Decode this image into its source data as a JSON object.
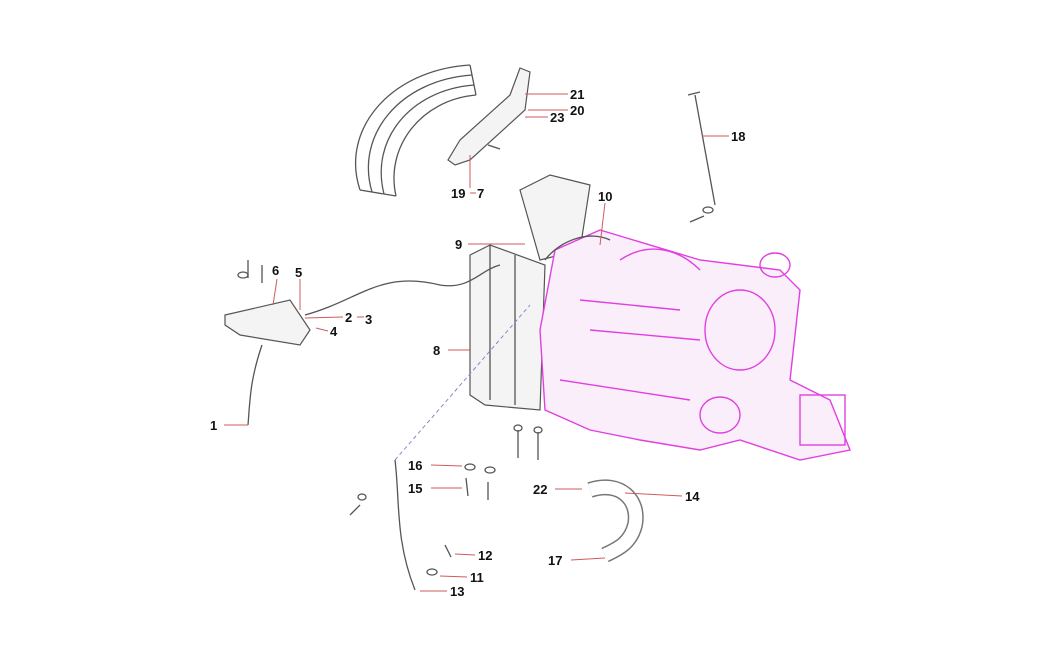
{
  "callouts": [
    {
      "id": "c1",
      "text": "1"
    },
    {
      "id": "c2",
      "text": "2"
    },
    {
      "id": "c3",
      "text": "3"
    },
    {
      "id": "c4",
      "text": "4"
    },
    {
      "id": "c5",
      "text": "5"
    },
    {
      "id": "c6",
      "text": "6"
    },
    {
      "id": "c7",
      "text": "19"
    },
    {
      "id": "c7b",
      "text": "7"
    },
    {
      "id": "c8",
      "text": "8"
    },
    {
      "id": "c9",
      "text": "9"
    },
    {
      "id": "c10",
      "text": "10"
    },
    {
      "id": "c11",
      "text": "11"
    },
    {
      "id": "c12",
      "text": "12"
    },
    {
      "id": "c13",
      "text": "13"
    },
    {
      "id": "c14",
      "text": "14"
    },
    {
      "id": "c15",
      "text": "15"
    },
    {
      "id": "c16",
      "text": "16"
    },
    {
      "id": "c17",
      "text": "17"
    },
    {
      "id": "c18",
      "text": "18"
    },
    {
      "id": "c20",
      "text": "20"
    },
    {
      "id": "c21",
      "text": "21"
    },
    {
      "id": "c22",
      "text": "22"
    },
    {
      "id": "c23",
      "text": "23"
    }
  ],
  "colors": {
    "engine": "#e040e0",
    "leader": "#d05a5a",
    "parts": "#555555"
  }
}
